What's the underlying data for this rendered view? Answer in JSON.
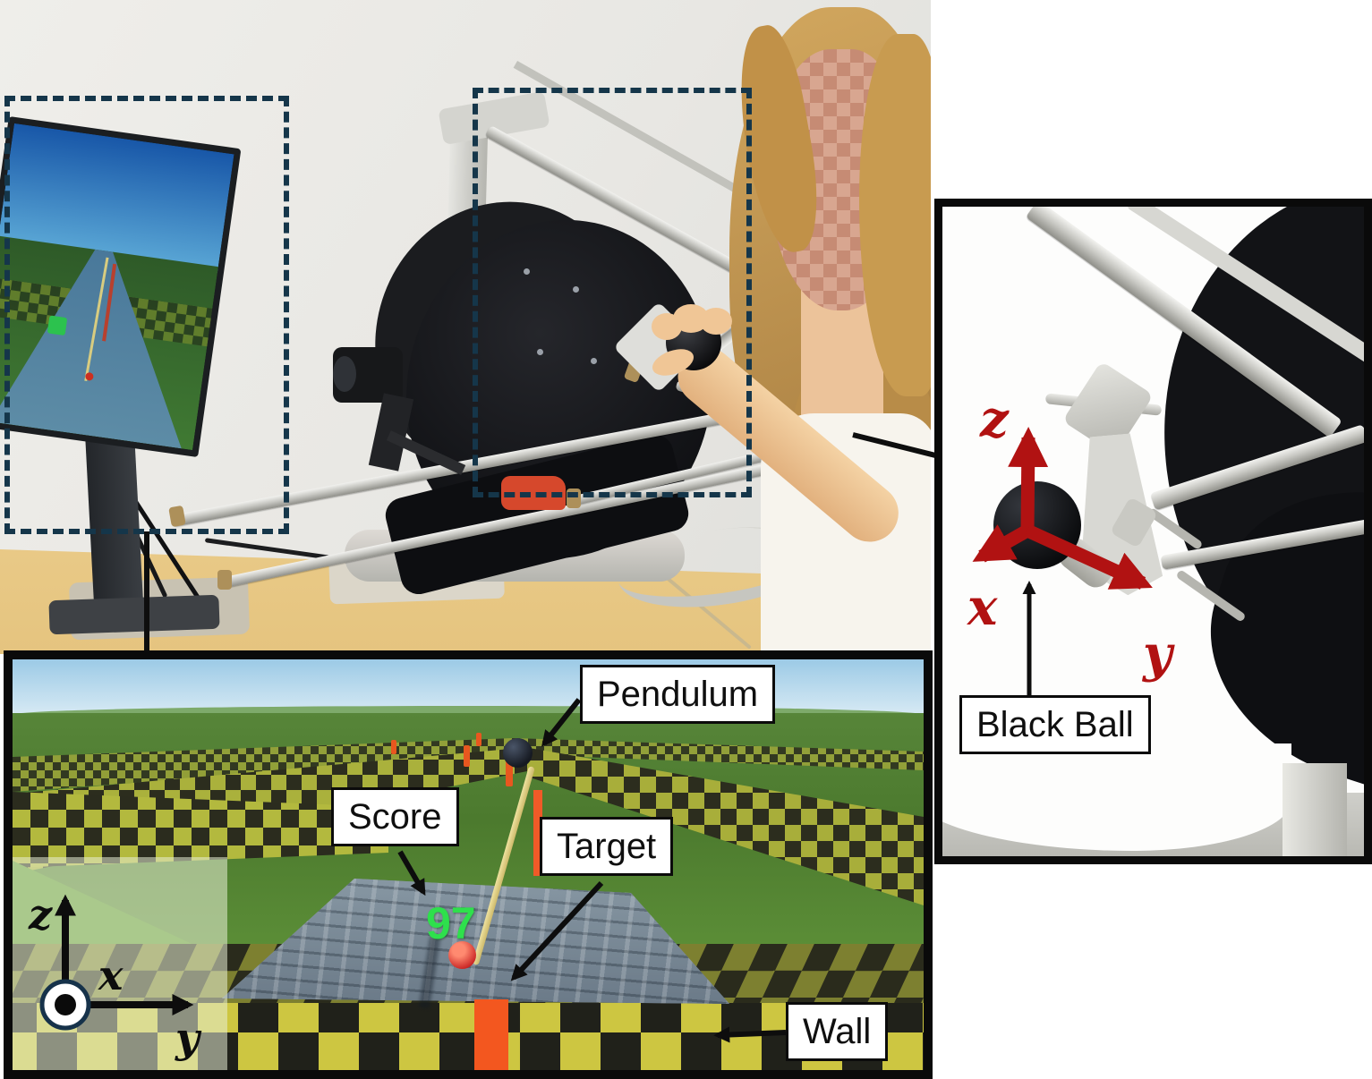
{
  "vr_panel": {
    "score_value": "97",
    "labels": {
      "pendulum": "Pendulum",
      "score": "Score",
      "target": "Target",
      "wall": "Wall"
    },
    "axes": {
      "z": "z",
      "x": "x",
      "y": "y"
    }
  },
  "zoom_panel": {
    "label_black_ball": "Black Ball",
    "axes": {
      "z": "z",
      "x": "x",
      "y": "y"
    }
  },
  "colors": {
    "dashed_box": "#15364a",
    "panel_border": "#0a0a0a",
    "axis_red": "#b11212",
    "score_green": "#2ee04c",
    "target_orange": "#f3571f",
    "label_bg": "#ffffff",
    "label_text": "#0f0f0f"
  }
}
